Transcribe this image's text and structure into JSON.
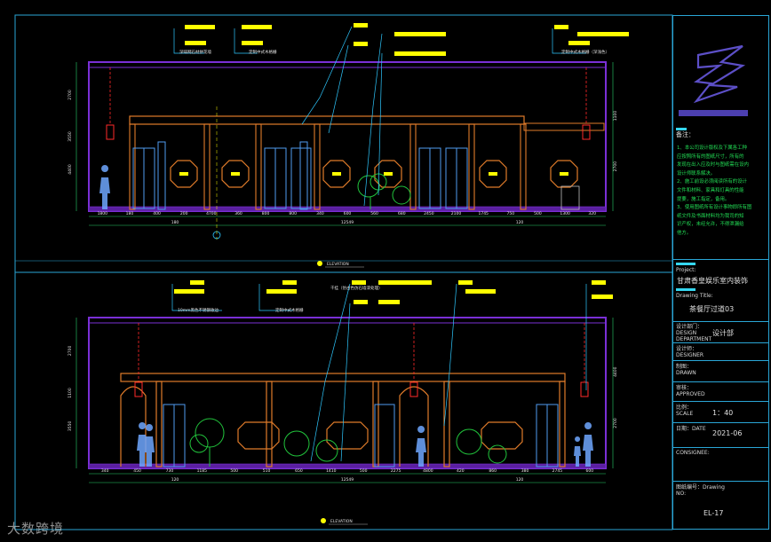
{
  "drawing": {
    "elevation_top_label": "ELEVATION",
    "elevation_bottom_label": "ELEVATION",
    "top_annotations": [
      "深啡网石材拼花墙",
      "定制中式木格栅",
      "定制中式木格栅（深浅色）"
    ],
    "bottom_annotations": [
      "10mm黑色不锈钢收边",
      "定制中式木格栅",
      "干挂（仿古色仿石墙漆处理）"
    ],
    "top_dimensions": [
      "1800",
      "180",
      "400",
      "200",
      "4700",
      "360",
      "800",
      "800",
      "340",
      "600",
      "560",
      "680",
      "2450",
      "2100",
      "1745",
      "750",
      "500",
      "1300",
      "320"
    ],
    "top_dimensions_row2": [
      "180",
      "12549",
      "120"
    ],
    "bottom_dimensions": [
      "340",
      "450",
      "730",
      "1185",
      "500",
      "510",
      "650",
      "1410",
      "500",
      "2275",
      "4800",
      "420",
      "860",
      "380",
      "2745",
      "600"
    ],
    "bottom_dimensions_row2": [
      "120",
      "12549",
      "120"
    ],
    "height_marks_top": [
      "2700",
      "3550",
      "4400",
      "1100",
      "2700"
    ],
    "height_marks_bottom": [
      "2700",
      "1100",
      "3550",
      "4400",
      "2700"
    ]
  },
  "titleblock": {
    "remarks_label": "备注：",
    "notes": [
      "1、本公司设计版权及下属各工种",
      "应按照所有的图纸尺寸，所有的",
      "发现在出入应及时与图纸需在设内",
      "设计师联系解决。",
      "2、施工前设必须阅读所有的设计",
      "文件和材料、家具和灯具的性能",
      "提要，施工指定，备用。",
      "3、使用图纸所有设计事物即所有图",
      "纸文件及书面材料均为我司的知",
      "识产权，未经允许，不得泄漏给",
      "他方。"
    ],
    "project_label": "Project:",
    "project_name": "甘肃香皇娱乐室内装饰",
    "drawing_title_label": "Drawing Title:",
    "drawing_title": "茶餐厅过道03",
    "design_dept_label": "设计部门：DESIGN DEPARTMENT",
    "design_dept": "设计部",
    "designer_label": "设计师：DESIGNER",
    "drawn_label": "制图：DRAWN",
    "approved_label": "审核：APPROVED",
    "scale_label": "比例：SCALE",
    "scale": "1：40",
    "date_label": "日期：DATE",
    "date": "2021-06",
    "consignee_label": "CONSIGNEE:",
    "drawing_no_label": "图纸编号：Drawing NO:",
    "drawing_no": "EL-17"
  },
  "watermark": "大数跨境",
  "colors": {
    "frame": "#2aa6d6",
    "wall": "#7a2fd6",
    "beam": "#e07b2a",
    "door": "#4f9bf0",
    "label": "#ffff00",
    "dimension": "#2bd26a",
    "leader": "#2ec8ff",
    "figure": "#6fa7ff",
    "plant": "#21c43c",
    "ceiling_red": "#ff2a2a"
  }
}
